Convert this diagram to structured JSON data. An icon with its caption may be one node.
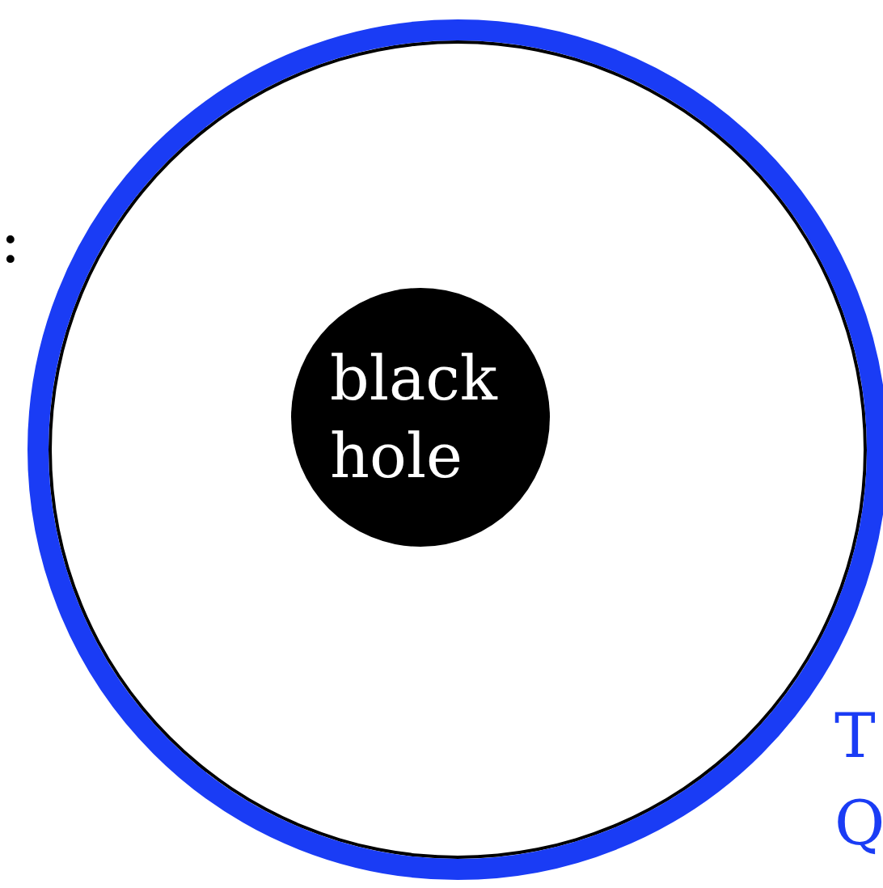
{
  "diagram": {
    "nodes": [
      {
        "text": [],
        "shape": "circle"
      },
      {
        "text": [
          "black hole"
        ],
        "in": 0
      }
    ],
    "labels": [
      ":",
      "T Q"
    ]
  }
}
